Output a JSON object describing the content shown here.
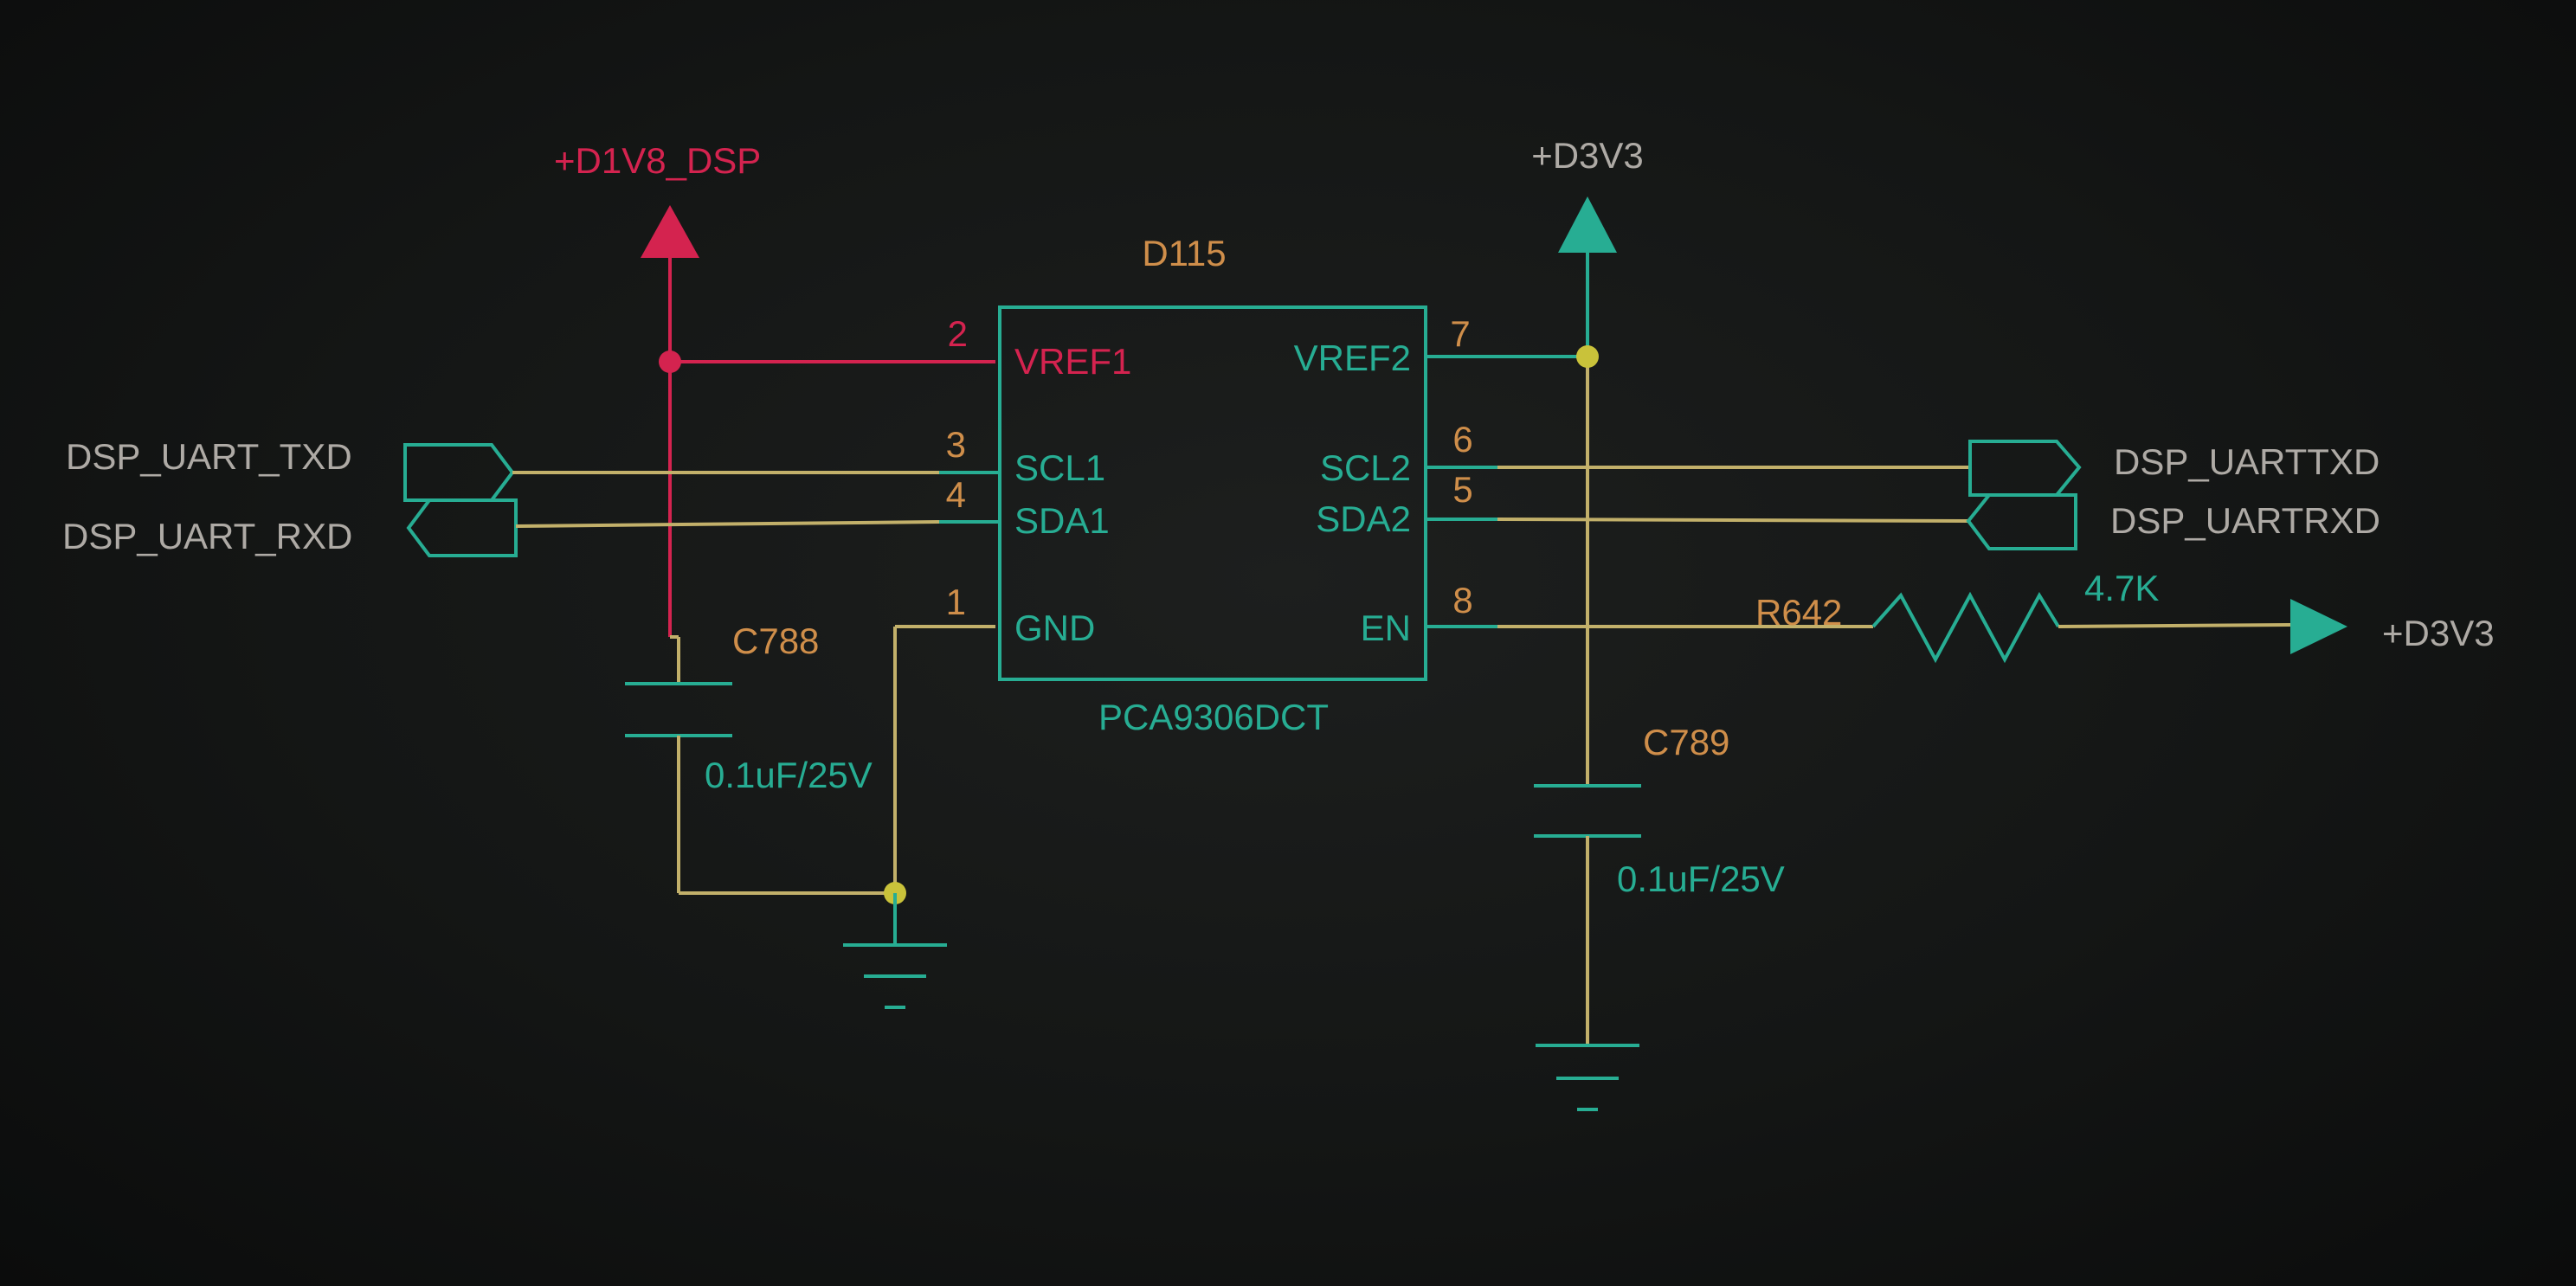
{
  "colors": {
    "red": "#d4234f",
    "teal": "#27ad93",
    "wire": "#c2b06a",
    "orange": "#cf8e4a",
    "grey": "#aeaaa5",
    "junction": "#c9c23a"
  },
  "power": {
    "d1v8_label": "+D1V8_DSP",
    "d3v3_top_label": "+D3V3",
    "d3v3_right_label": "+D3V3"
  },
  "ic": {
    "ref": "D115",
    "part": "PCA9306DCT",
    "pins_left": [
      {
        "num": "2",
        "name": "VREF1"
      },
      {
        "num": "3",
        "name": "SCL1"
      },
      {
        "num": "4",
        "name": "SDA1"
      },
      {
        "num": "1",
        "name": "GND"
      }
    ],
    "pins_right": [
      {
        "num": "7",
        "name": "VREF2"
      },
      {
        "num": "6",
        "name": "SCL2"
      },
      {
        "num": "5",
        "name": "SDA2"
      },
      {
        "num": "8",
        "name": "EN"
      }
    ]
  },
  "ports": {
    "left_tx": "DSP_UART_TXD",
    "left_rx": "DSP_UART_RXD",
    "right_tx": "DSP_UARTTXD",
    "right_rx": "DSP_UARTRXD"
  },
  "components": {
    "c788": {
      "ref": "C788",
      "value": "0.1uF/25V"
    },
    "c789": {
      "ref": "C789",
      "value": "0.1uF/25V"
    },
    "r642": {
      "ref": "R642",
      "value": "4.7K"
    }
  }
}
